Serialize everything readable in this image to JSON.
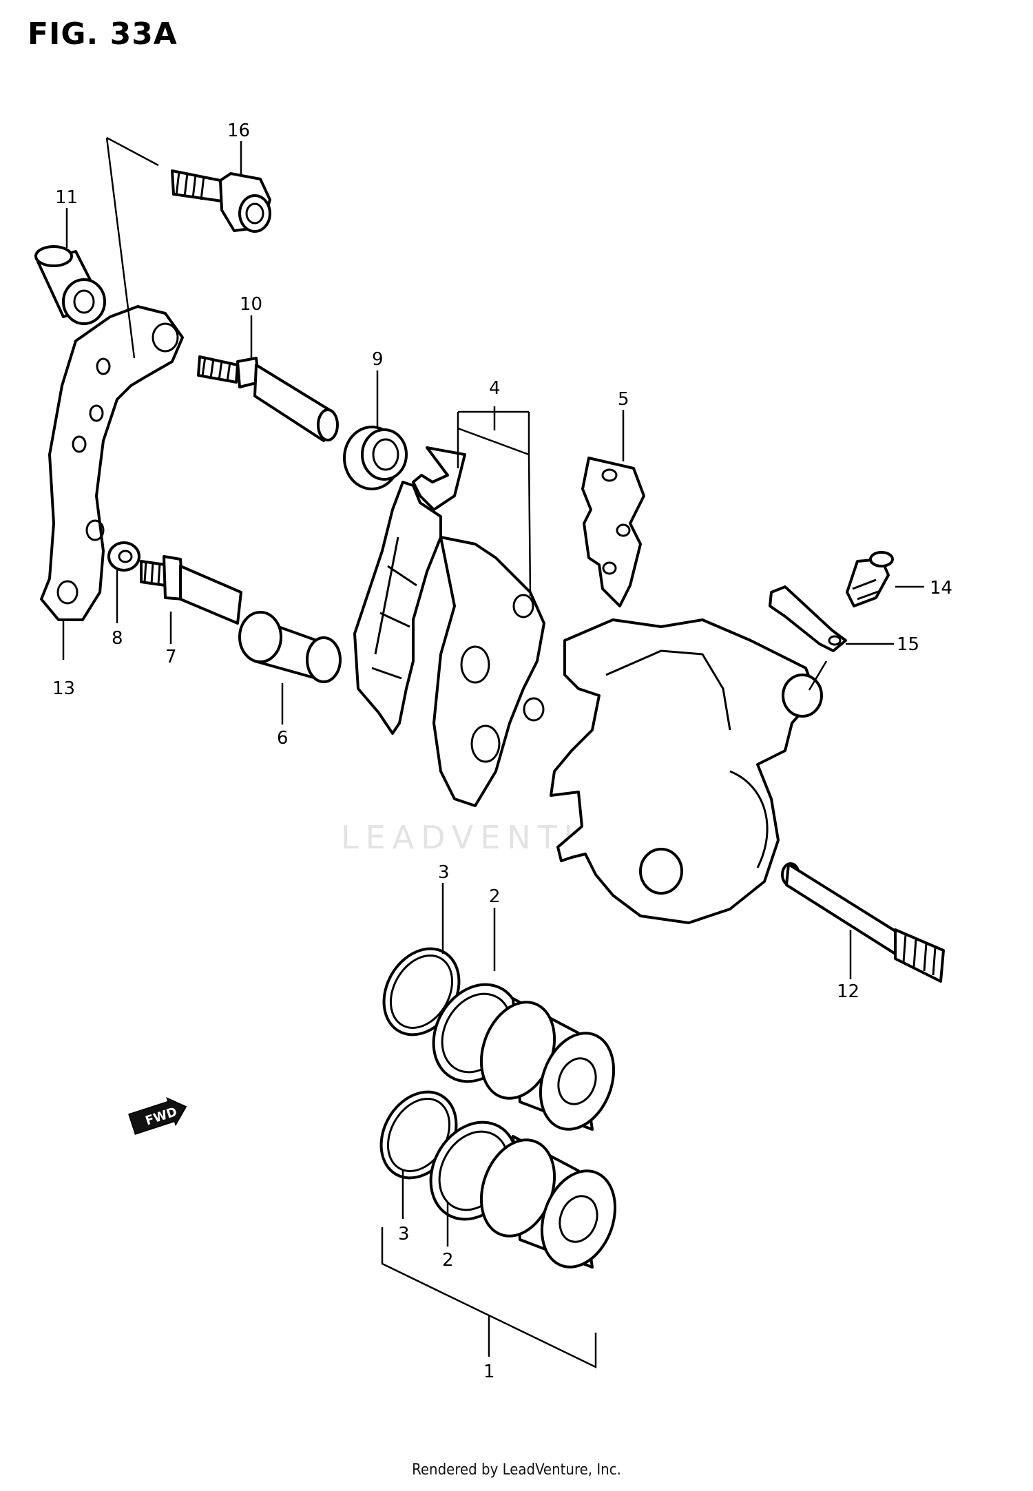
{
  "figure": {
    "title": "FIG. 33A",
    "watermark": "LEADVENTURE",
    "fwd_label": "FWD",
    "footer": "Rendered by LeadVenture, Inc."
  },
  "callouts": {
    "c1": "1",
    "c2a": "2",
    "c2b": "2",
    "c3a": "3",
    "c3b": "3",
    "c4": "4",
    "c5": "5",
    "c6": "6",
    "c7": "7",
    "c8": "8",
    "c9": "9",
    "c10": "10",
    "c11": "11",
    "c12": "12",
    "c13": "13",
    "c14": "14",
    "c15": "15",
    "c16": "16"
  }
}
